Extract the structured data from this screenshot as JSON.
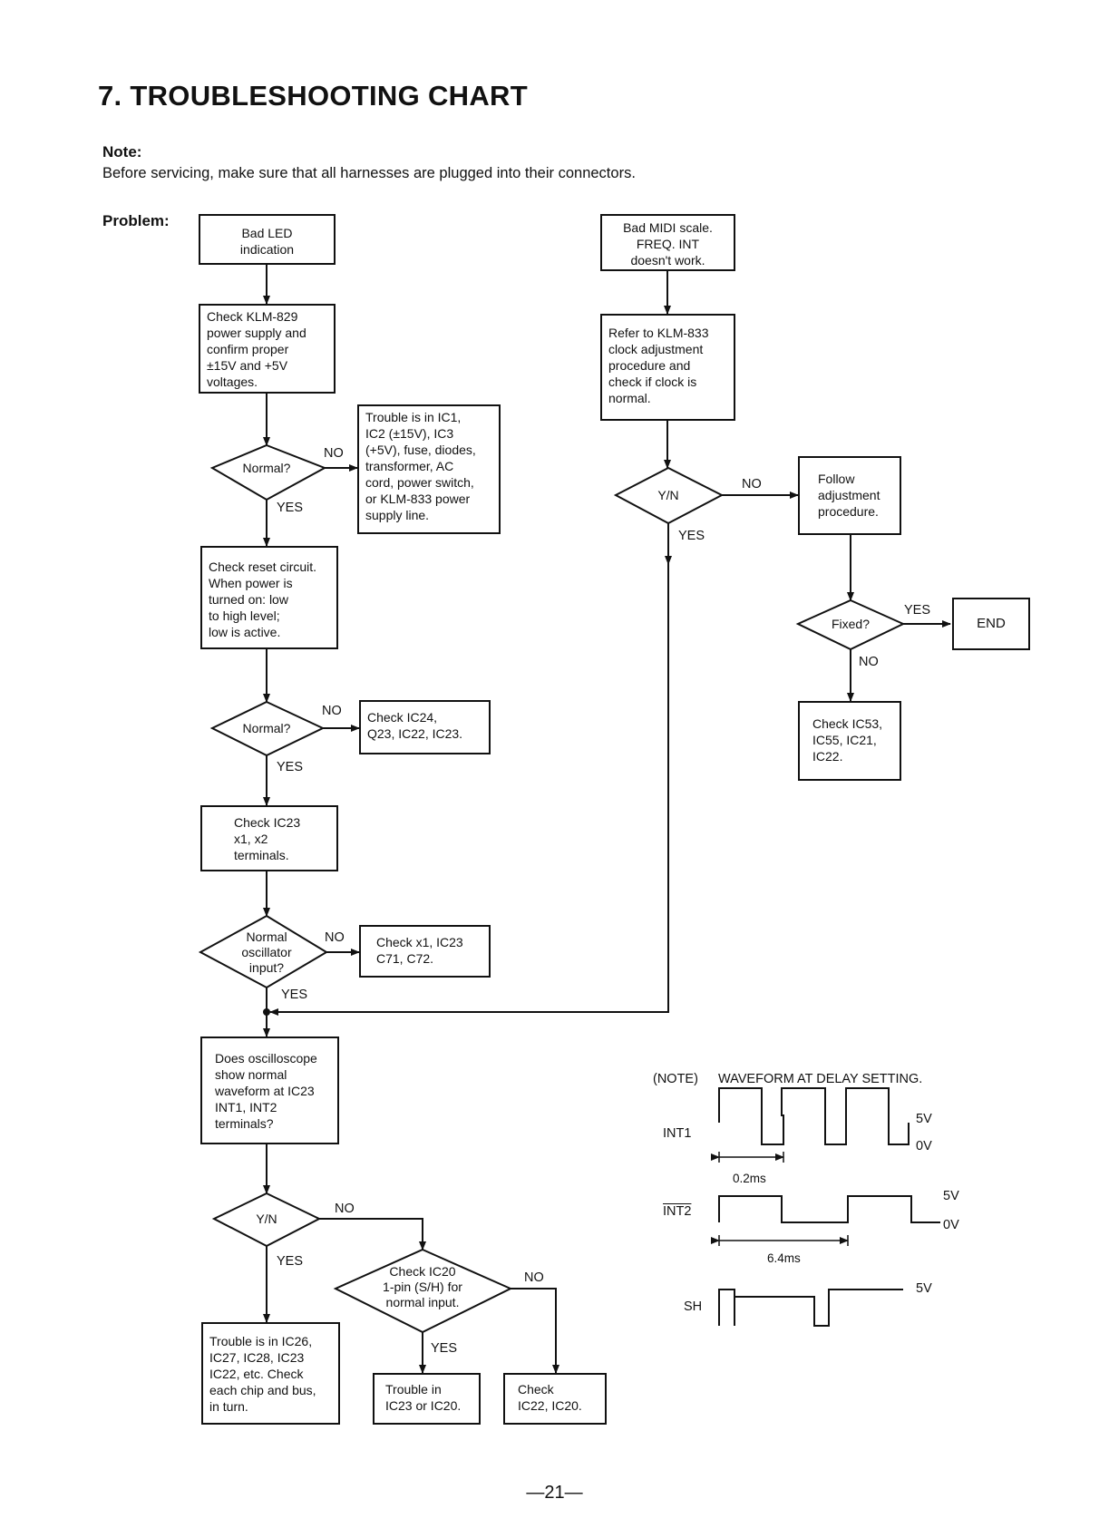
{
  "title": "7. TROUBLESHOOTING CHART",
  "note_label": "Note:",
  "note_text": "Before servicing, make sure that all harnesses are plugged into their connectors.",
  "problem_label": "Problem:",
  "page_number": "—21—",
  "boxes": {
    "bad_led": [
      "Bad LED",
      "indication"
    ],
    "check_klm829": [
      "Check KLM-829",
      "power supply and",
      "confirm proper",
      "±15V and +5V",
      "voltages."
    ],
    "trouble_ic1": [
      "Trouble is in IC1,",
      "IC2 (±15V), IC3",
      "(+5V), fuse, diodes,",
      "transformer, AC",
      "cord, power switch,",
      "or KLM-833 power",
      "supply line."
    ],
    "check_reset": [
      "Check reset circuit.",
      "When power is",
      "turned on: low",
      "to high level;",
      "low is active."
    ],
    "check_ic24": [
      "Check IC24,",
      "Q23, IC22, IC23."
    ],
    "check_ic23_x": [
      "Check IC23",
      "x1, x2",
      "terminals."
    ],
    "check_x1": [
      "Check x1, IC23",
      "C71, C72."
    ],
    "oscilloscope": [
      "Does oscilloscope",
      "show normal",
      "waveform at IC23",
      "INT1, INT2",
      "terminals?"
    ],
    "trouble_ic26": [
      "Trouble is in IC26,",
      "IC27, IC28, IC23",
      "IC22, etc. Check",
      "each chip and bus,",
      "in turn."
    ],
    "trouble_ic23_ic20": [
      "Trouble in",
      "IC23 or IC20."
    ],
    "check_ic22_ic20": [
      "Check",
      "IC22, IC20."
    ],
    "bad_midi": [
      "Bad MIDI scale.",
      "FREQ. INT",
      "doesn't work."
    ],
    "refer_klm833": [
      "Refer to KLM-833",
      "clock adjustment",
      "procedure and",
      "check if clock is",
      "normal."
    ],
    "follow_adj": [
      "Follow",
      "adjustment",
      "procedure."
    ],
    "end": [
      "END"
    ],
    "check_ic53": [
      "Check IC53,",
      "IC55, IC21,",
      "IC22."
    ]
  },
  "decisions": {
    "normal_1": [
      "Normal?"
    ],
    "normal_2": [
      "Normal?"
    ],
    "normal_osc": [
      "Normal",
      "oscillator",
      "input?"
    ],
    "yn_left": [
      "Y/N"
    ],
    "check_ic20": [
      "Check IC20",
      "1-pin (S/H) for",
      "normal input."
    ],
    "yn_right": [
      "Y/N"
    ],
    "fixed": [
      "Fixed?"
    ]
  },
  "labels": {
    "yes": "YES",
    "no": "NO"
  },
  "waveform": {
    "note": "(NOTE)",
    "heading": "WAVEFORM AT DELAY SETTING.",
    "int1": "INT1",
    "int2": "INT2",
    "sh": "SH",
    "v5": "5V",
    "v0": "0V",
    "t_02": "0.2ms",
    "t_64": "6.4ms"
  }
}
